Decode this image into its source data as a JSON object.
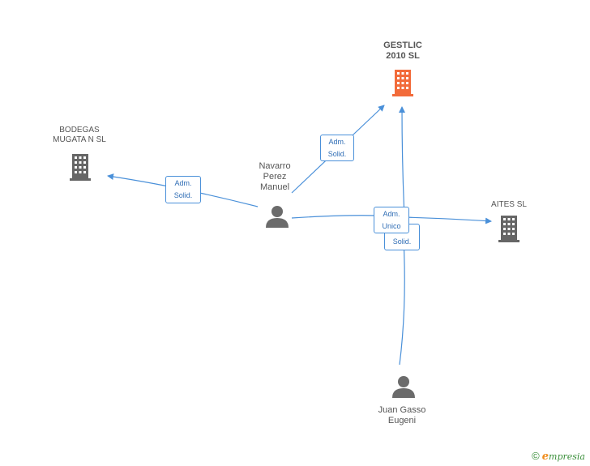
{
  "nodes": {
    "gestlic": {
      "label_line1": "GESTLIC",
      "label_line2": "2010 SL",
      "color": "#f26b3a"
    },
    "bodegas": {
      "label_line1": "BODEGAS",
      "label_line2": "MUGATA N SL",
      "color": "#666666"
    },
    "aites": {
      "label_line1": "AITES SL",
      "color": "#666666"
    },
    "navarro": {
      "label_line1": "Navarro",
      "label_line2": "Perez",
      "label_line3": "Manuel"
    },
    "juan": {
      "label_line1": "Juan Gasso",
      "label_line2": "Eugeni"
    }
  },
  "edges": {
    "navarro_gestlic": {
      "line1": "Adm.",
      "line2": "Solid."
    },
    "navarro_bodegas": {
      "line1": "Adm.",
      "line2": "Solid."
    },
    "adm_unico": {
      "line1": "Adm.",
      "line2": "Unico"
    },
    "juan_solid": {
      "line1": "Solid."
    }
  },
  "colors": {
    "edge": "#4a90d9",
    "person": "#6b6b6b",
    "company": "#666666",
    "primary_company": "#f26b3a"
  },
  "brand": {
    "copyright": "©",
    "initial": "e",
    "name": "mpresia"
  }
}
